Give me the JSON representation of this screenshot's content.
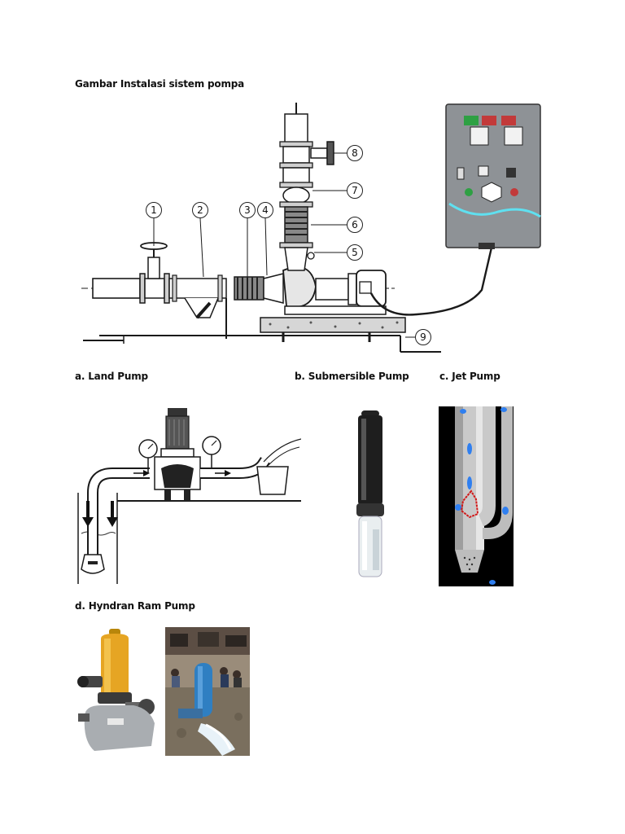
{
  "page": {
    "title": "Gambar Instalasi sistem pompa"
  },
  "installation": {
    "callouts": [
      "1",
      "2",
      "3",
      "4",
      "5",
      "6",
      "7",
      "8",
      "9"
    ]
  },
  "sections": {
    "land_pump": "a. Land Pump",
    "submersible_pump": "b.  Submersible Pump",
    "jet_pump": "c. Jet Pump",
    "hydram_pump": "d. Hyndran Ram Pump"
  },
  "colors": {
    "panel_gray": "#8e9296",
    "pipe_gray": "#d9d9d9",
    "line_dark": "#1a1a1a",
    "jet_background": "#000000",
    "jet_blue": "#2f7ff0",
    "jet_red": "#d01818",
    "hydram_yellow": "#e6a523",
    "hydram_blue": "#2f7fc2"
  }
}
